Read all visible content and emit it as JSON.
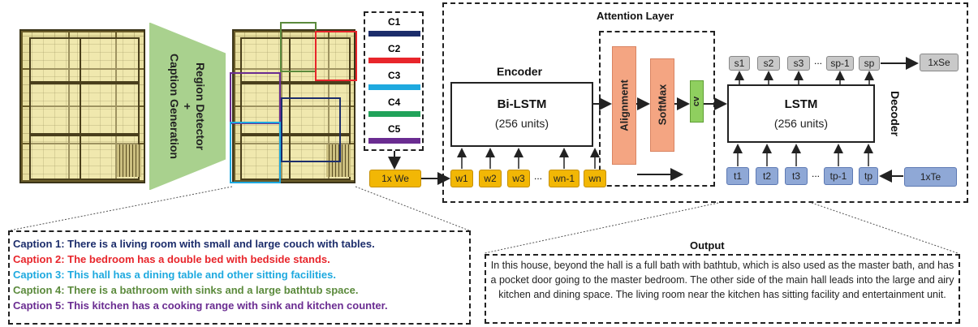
{
  "detector": {
    "line1": "Region Detector",
    "line2": "+",
    "line3": "Caption Generation"
  },
  "context_vectors": {
    "labels": [
      "C1",
      "C2",
      "C3",
      "C4",
      "C5"
    ],
    "colors": [
      "#1c2d6b",
      "#e8252b",
      "#1ea9df",
      "#21a35a",
      "#6a2c91"
    ]
  },
  "input_label": "1x We",
  "words": [
    "w1",
    "w2",
    "w3",
    "...",
    "wn-1",
    "wn"
  ],
  "attention_layer": {
    "title": "Attention Layer",
    "alignment": "Alignment",
    "softmax": "SoftMax",
    "cv": "cv"
  },
  "encoder": {
    "title": "Encoder",
    "model": "Bi-LSTM",
    "units": "(256 units)"
  },
  "decoder": {
    "title": "Decoder",
    "model": "LSTM",
    "units": "(256 units)"
  },
  "outputs": [
    "s1",
    "s2",
    "s3",
    "...",
    "sp-1",
    "sp"
  ],
  "output_size": "1xSe",
  "targets": [
    "t1",
    "t2",
    "t3",
    "...",
    "tp-1",
    "tp"
  ],
  "target_size": "1xTe",
  "captions": [
    {
      "text": "Caption 1: There is a living room with small and large couch with tables.",
      "color": "#1c2d6b"
    },
    {
      "text": "Caption 2: The bedroom has a double bed with bedside stands.",
      "color": "#e8252b"
    },
    {
      "text": "Caption 3: This hall has a dining table and other sitting facilities.",
      "color": "#1ea9df"
    },
    {
      "text": "Caption 4: There is a bathroom with sinks and a large bathtub space.",
      "color": "#5b8a3c"
    },
    {
      "text": "Caption 5: This kitchen has a cooking range with sink and kitchen counter.",
      "color": "#6a2c91"
    }
  ],
  "output_panel": {
    "title": "Output",
    "text": "In this house, beyond the hall is a full bath with bathtub, which is also used as the master bath, and has a pocket door going to the master bedroom. The other side of the main hall leads into the large and airy kitchen and dining space. The living room near the kitchen has sitting facility and entertainment unit."
  }
}
